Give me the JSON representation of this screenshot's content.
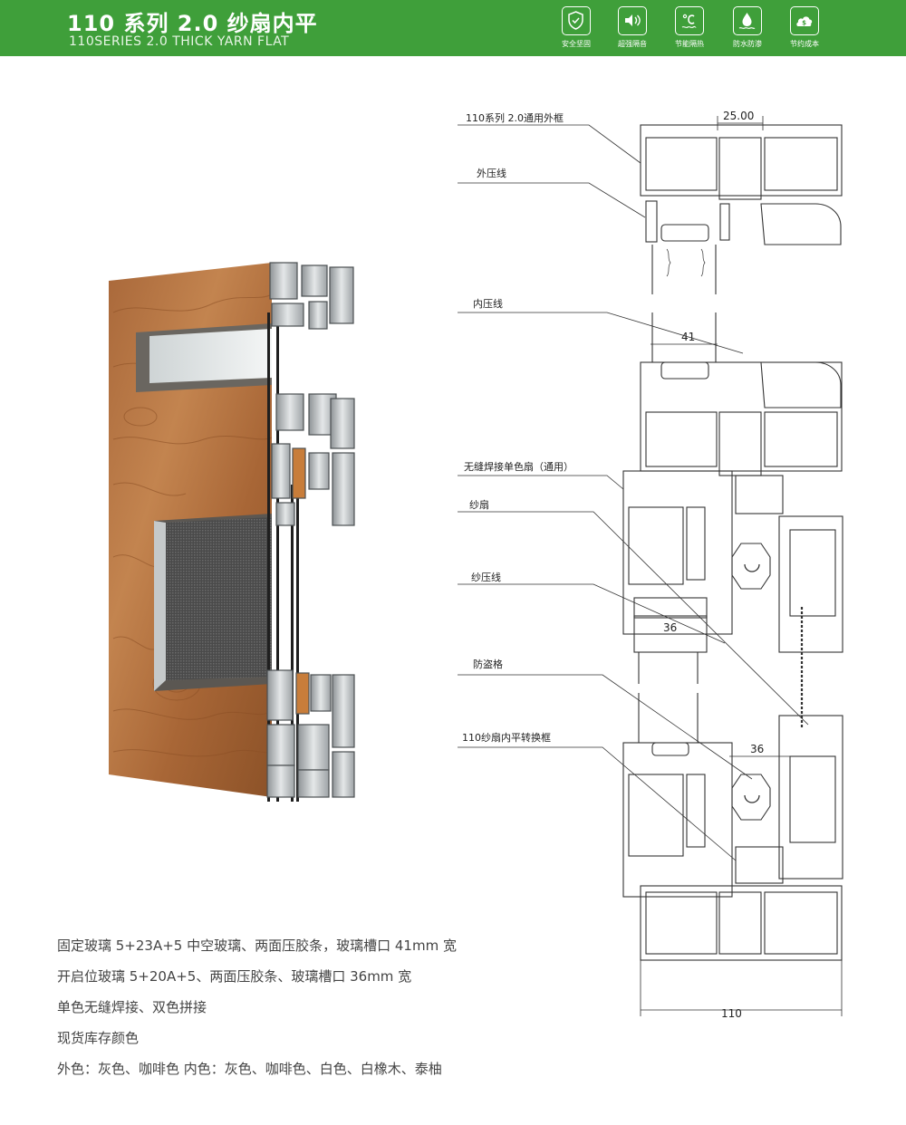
{
  "header": {
    "title_cn": "110 系列 2.0 纱扇内平",
    "title_en": "110SERIES 2.0 THICK YARN FLAT",
    "features": [
      {
        "icon": "shield-icon",
        "label": "安全坚固"
      },
      {
        "icon": "speaker-icon",
        "label": "超强隔音"
      },
      {
        "icon": "thermometer-icon",
        "label": "节能隔热"
      },
      {
        "icon": "water-drop-icon",
        "label": "防水防渗"
      },
      {
        "icon": "money-bag-icon",
        "label": "节约成本"
      }
    ],
    "bg_color": "#3f9f3a"
  },
  "drawing": {
    "labels": [
      "110系列 2.0通用外框",
      "外压线",
      "内压线",
      "无缝焊接单色扇（通用）",
      "纱扇",
      "纱压线",
      "防盗格",
      "110纱扇内平转换框"
    ],
    "dimensions": [
      "25.00",
      "41",
      "36",
      "36",
      "110"
    ]
  },
  "specs": [
    "固定玻璃 5+23A+5 中空玻璃、两面压胶条，玻璃槽口 41mm 宽",
    "开启位玻璃 5+20A+5、两面压胶条、玻璃槽口 36mm 宽",
    "单色无缝焊接、双色拼接",
    "现货库存颜色",
    "外色：灰色、咖啡色    内色：灰色、咖啡色、白色、白橡木、泰柚"
  ]
}
